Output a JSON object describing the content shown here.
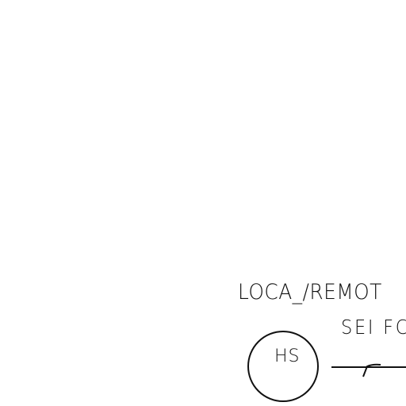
{
  "diagram": {
    "label_main": "LOCA_/REMOT",
    "label_sub": "SEI FC",
    "instrument": {
      "tag": "HS",
      "symbol": "circle-instrument-bubble"
    },
    "connector": {
      "symbol": "signal-line-with-contact"
    },
    "colors": {
      "background": "#ffffff",
      "ink": "#111111"
    }
  }
}
